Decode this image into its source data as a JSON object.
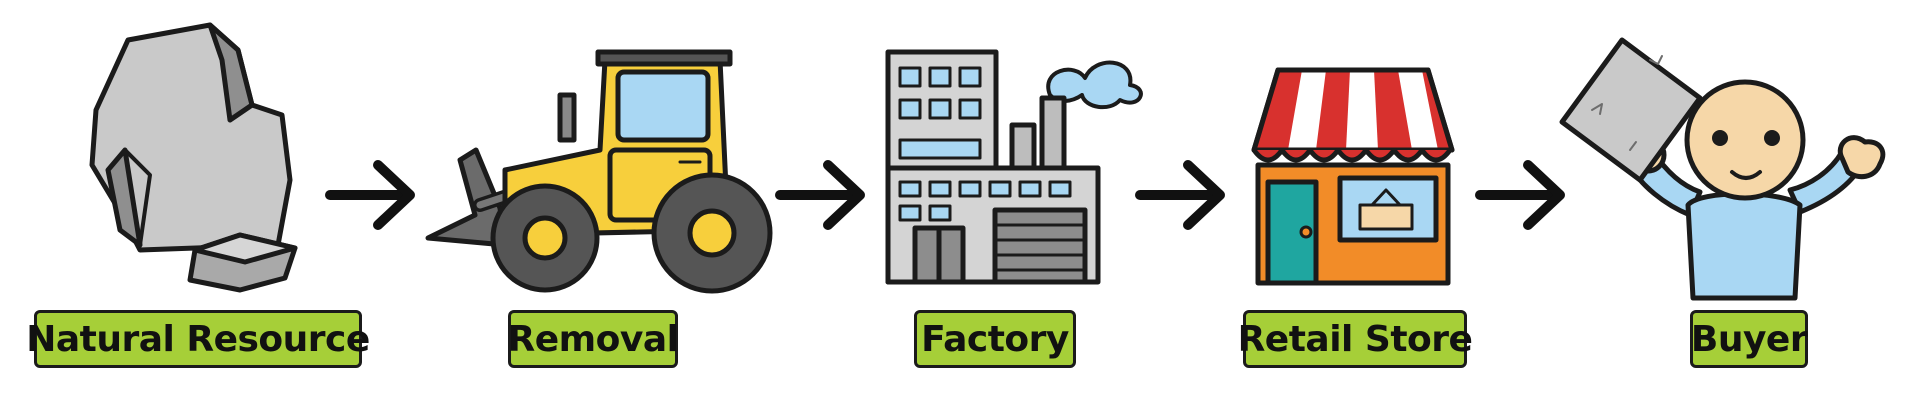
{
  "steps": [
    {
      "label": "Natural Resource",
      "icon": "rock-icon"
    },
    {
      "label": "Removal",
      "icon": "bulldozer-icon"
    },
    {
      "label": "Factory",
      "icon": "factory-icon"
    },
    {
      "label": "Retail Store",
      "icon": "store-icon"
    },
    {
      "label": "Buyer",
      "icon": "buyer-icon"
    }
  ],
  "colors": {
    "label_bg": "#a6cf38",
    "outline": "#1b1b1b",
    "rock": "#c9c9c9",
    "bulldozer": "#f7cf3c",
    "awning_red": "#d8312e",
    "store_orange": "#f28c28",
    "door_teal": "#1fa6a0",
    "skin": "#f6d7a8",
    "shirt": "#a9d7f3"
  }
}
